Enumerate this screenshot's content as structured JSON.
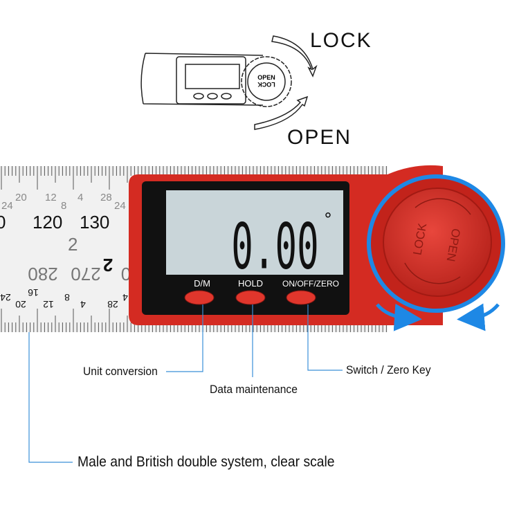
{
  "sketch": {
    "lock_label": "LOCK",
    "open_label": "OPEN",
    "dial_text_top": "OPEN",
    "dial_text_bottom": "LOCK"
  },
  "ruler": {
    "top_inch_labels": [
      "24",
      "20",
      "12",
      "8",
      "4",
      "28",
      "24"
    ],
    "top_deg_labels": [
      "0",
      "120",
      "130"
    ],
    "bottom_deg_labels": [
      "2",
      "280",
      "270",
      "0"
    ],
    "bottom_inch_labels": [
      "24",
      "20",
      "16",
      "12",
      "8",
      "4",
      "28",
      "4"
    ],
    "mark": "2"
  },
  "device": {
    "reading": "0.00",
    "unit": "°",
    "buttons": [
      {
        "label": "D/M"
      },
      {
        "label": "HOLD"
      },
      {
        "label": "ON/OFF/ZERO"
      }
    ],
    "knob_text_top": "OPEN",
    "knob_text_bottom": "LOCK"
  },
  "callouts": {
    "unit_conversion": "Unit conversion",
    "data_maintenance": "Data maintenance",
    "switch_zero": "Switch / Zero Key",
    "scale": "Male and British double system, clear scale"
  },
  "colors": {
    "body": "#d42b22",
    "callout_line": "#3a8fd8",
    "ring": "#1e88e5"
  }
}
